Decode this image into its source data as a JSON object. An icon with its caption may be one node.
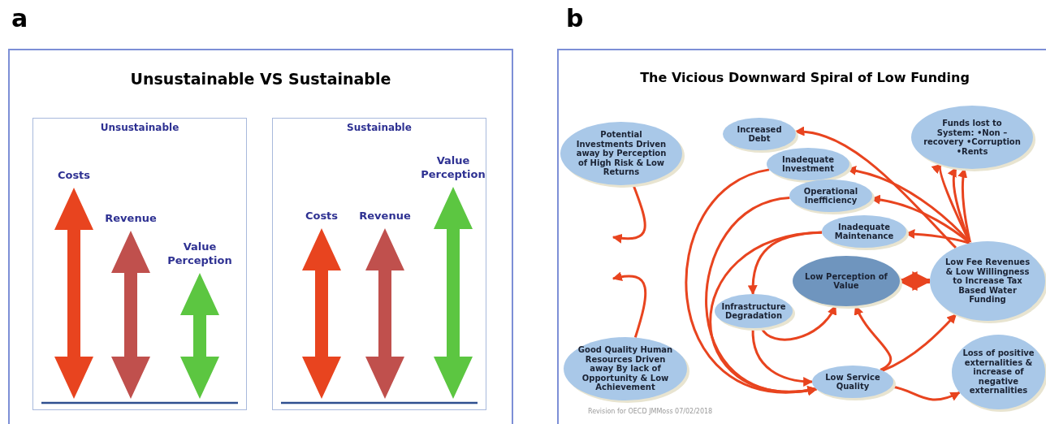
{
  "diagram": {
    "nodes": [
      {
        "text": [
          "Unsustainable VS Sustainable"
        ]
      },
      {
        "text": [
          "Unsustainable"
        ],
        "in": 0
      },
      {
        "text": [
          "Sustainable"
        ],
        "in": 0
      },
      {
        "text": [
          "The Vicious Downward Spiral of Low Funding"
        ]
      },
      {
        "text": [
          "Potential Investments Driven away by Perception of High Risk & Low Returns"
        ],
        "in": 3
      },
      {
        "text": [
          "Increased Debt"
        ],
        "in": 3
      },
      {
        "text": [
          "Funds lost to System: •Non –recovery •Corruption •Rents"
        ],
        "in": 3
      },
      {
        "text": [
          "Inadequate Investment"
        ],
        "in": 3
      },
      {
        "text": [
          "Operational Inefficiency"
        ],
        "in": 3
      },
      {
        "text": [
          "Inadequate Maintenance"
        ],
        "in": 3
      },
      {
        "text": [
          "Low Perception of Value"
        ],
        "in": 3
      },
      {
        "text": [
          "Low Fee Revenues & Low Willingness to Increase Tax Based Water Funding"
        ],
        "in": 3
      },
      {
        "text": [
          "Infrastructure Degradation"
        ],
        "in": 3
      },
      {
        "text": [
          "Good Quality Human Resources Driven away By lack of Opportunity & Low Achievement"
        ],
        "in": 3
      },
      {
        "text": [
          "Low Service Quality"
        ],
        "in": 3
      },
      {
        "text": [
          "Loss of positive externalities & increase of negative externalities"
        ],
        "in": 3
      }
    ],
    "edges": [
      {
        "from": 11,
        "to": 5,
        "arrow": "to"
      },
      {
        "from": 11,
        "to": 6,
        "arrow": "to"
      },
      {
        "from": 11,
        "to": 6,
        "arrow": "to"
      },
      {
        "from": 11,
        "to": 6,
        "arrow": "to"
      },
      {
        "from": 11,
        "to": 7,
        "arrow": "to"
      },
      {
        "from": 11,
        "to": 8,
        "arrow": "to"
      },
      {
        "from": 11,
        "to": 9,
        "arrow": "to"
      },
      {
        "from": 10,
        "to": 11,
        "arrow": "both",
        "style": "thick"
      },
      {
        "from": 4,
        "to": null,
        "arrow": "to"
      },
      {
        "from": 13,
        "to": null,
        "arrow": "to"
      },
      {
        "from": 7,
        "to": 14,
        "arrow": "to"
      },
      {
        "from": 8,
        "to": 14,
        "arrow": "to"
      },
      {
        "from": 9,
        "to": 14,
        "arrow": "to"
      },
      {
        "from": 9,
        "to": 12,
        "arrow": "to"
      },
      {
        "from": 12,
        "to": 14,
        "arrow": "to"
      },
      {
        "from": 12,
        "to": 10,
        "arrow": "to"
      },
      {
        "from": 14,
        "to": 10,
        "arrow": "to"
      },
      {
        "from": 14,
        "to": 11,
        "arrow": "to"
      },
      {
        "from": 14,
        "to": 15,
        "arrow": "to"
      }
    ],
    "labels": [
      "a",
      "b",
      "Costs",
      "Revenue",
      "Value Perception",
      "Costs",
      "Revenue",
      "Value Perception",
      "Revision for OECD JMMoss 07/02/2018"
    ]
  }
}
